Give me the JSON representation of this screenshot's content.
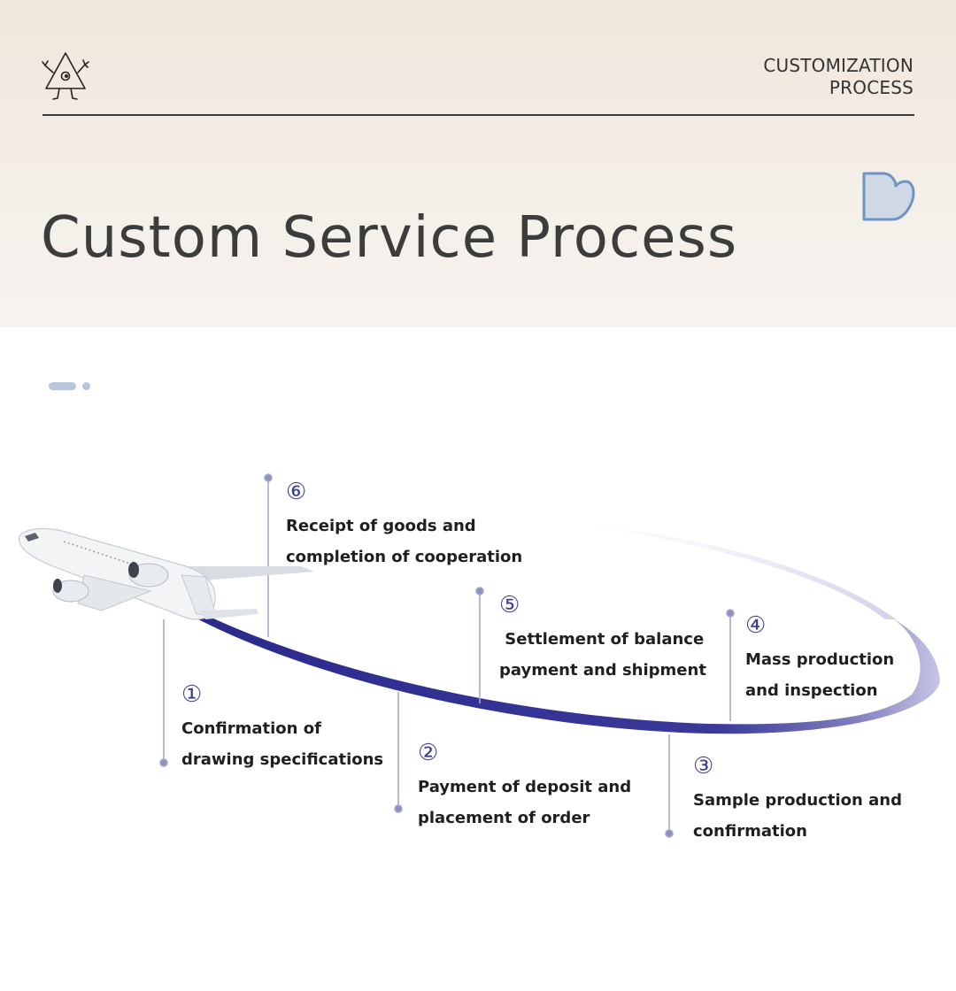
{
  "header": {
    "brand_line1": "CUSTOMIZATION",
    "brand_line2": "PROCESS",
    "title": "Custom Service Process"
  },
  "icons": {
    "logo": "triangle-eye-mascot-icon",
    "heart": "heart-icon",
    "plane": "airplane-icon"
  },
  "colors": {
    "header_bg": "#f0e6db",
    "accent_blue": "#b7c6da",
    "curve": "#2e2d8f",
    "step_number": "#3c3f8f"
  },
  "steps": [
    {
      "num": "①",
      "line1": "Confirmation of",
      "line2": "drawing specifications"
    },
    {
      "num": "②",
      "line1": "Payment of deposit and",
      "line2": "placement of order"
    },
    {
      "num": "③",
      "line1": "Sample production and",
      "line2": "confirmation"
    },
    {
      "num": "④",
      "line1": "Mass production",
      "line2": "and inspection"
    },
    {
      "num": "⑤",
      "line1": " Settlement of balance",
      "line2": "payment and shipment"
    },
    {
      "num": "⑥",
      "line1": "Receipt of goods and",
      "line2": "completion of cooperation"
    }
  ]
}
